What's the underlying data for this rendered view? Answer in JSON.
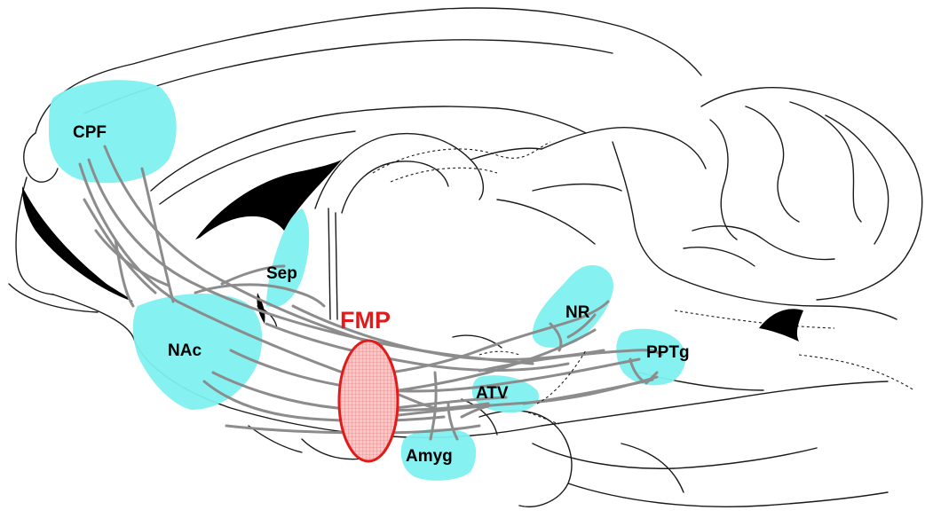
{
  "colors": {
    "region_fill": "#7ff0f0",
    "fiber": "#8c8c8c",
    "fmp_stroke": "#e21a1a",
    "fmp_fill": "#f2b0b0",
    "fmp_label": "#e21a1a",
    "outline": "#1a1a1a"
  },
  "labels": {
    "cpf": "CPF",
    "sep": "Sep",
    "nac": "NAc",
    "fmp": "FMP",
    "nr": "NR",
    "pptg": "PPTg",
    "atv": "ATV",
    "amyg": "Amyg"
  }
}
